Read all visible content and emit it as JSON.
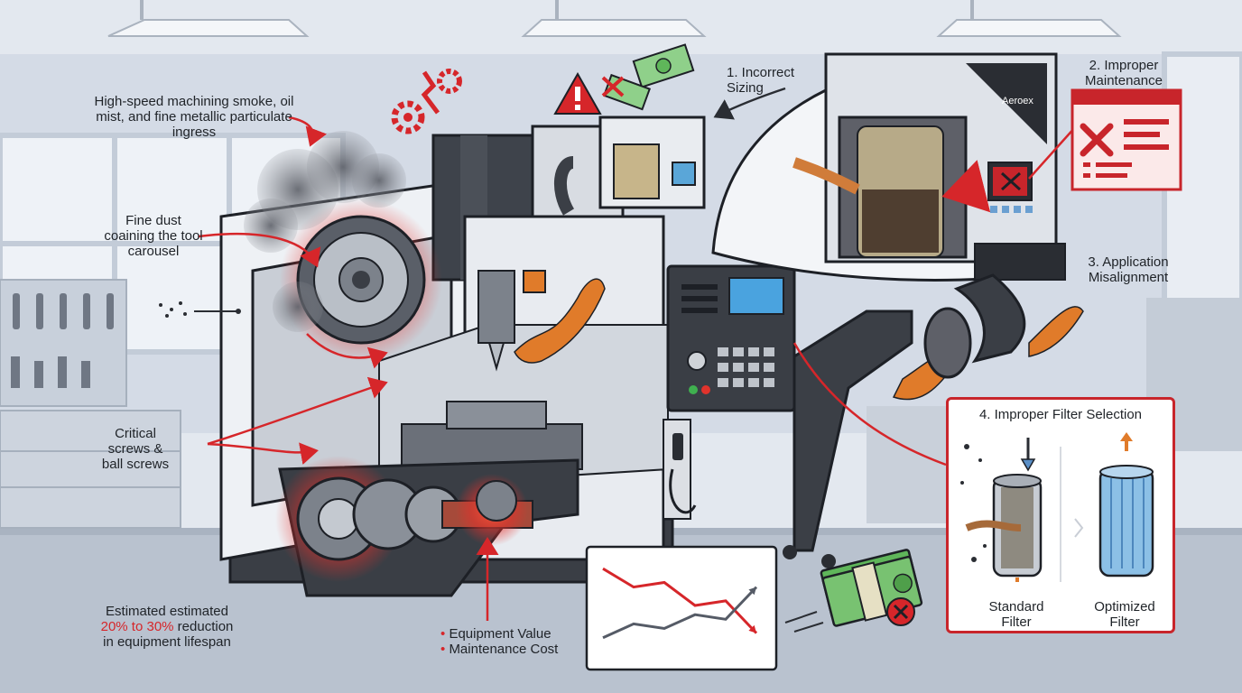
{
  "callouts": {
    "smoke": "High-speed machining smoke, oil mist, and fine metallic particulate ingress",
    "dust": "Fine dust coaining the tool carousel",
    "screws": "Critical screws & ball screws",
    "lifespan": {
      "line1": "Estimated estimated",
      "highlight": "20% to 30%",
      "rest": "reduction",
      "line3": "in equipment lifespan"
    },
    "legend": [
      "Equipment Value",
      "Maintenance Cost"
    ]
  },
  "issues": {
    "sizing": "1. Incorrect Sizing",
    "maintenance": "2. Improper Maintenance",
    "misalignment": "3. Application Misalignment",
    "selection": "4. Improper Filter Selection"
  },
  "brand": "Aeroex",
  "filters": {
    "standard": "Standard Filter",
    "optimized": "Optimized Filter"
  },
  "colors": {
    "accent_red": "#d6262a",
    "cash_green": "#5fb65a",
    "debris_orange": "#e07b2a",
    "filter_blue": "#7fb2d9"
  },
  "icons": [
    "warning-icon",
    "gear-icon",
    "wrench-screwdriver-icon",
    "money-icon",
    "x-circle-icon",
    "arrow-up-icon",
    "arrow-down-icon"
  ],
  "chart_data": {
    "type": "line",
    "series": [
      {
        "name": "Equipment Value",
        "values": [
          9,
          7,
          7.5,
          5,
          5.5,
          2
        ],
        "color": "#d6262a"
      },
      {
        "name": "Maintenance Cost",
        "values": [
          1.5,
          3,
          2.5,
          4,
          3.5,
          7
        ],
        "color": "#555b66"
      }
    ]
  }
}
